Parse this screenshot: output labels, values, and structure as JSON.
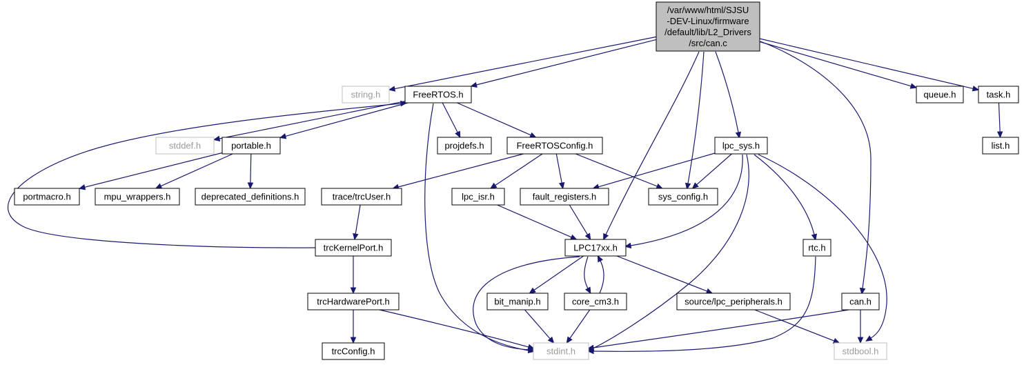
{
  "nodes": [
    {
      "id": "root",
      "lines": [
        "/var/www/html/SJSU",
        "-DEV-Linux/firmware",
        "/default/lib/L2_Drivers",
        "/src/can.c"
      ],
      "style": "root"
    },
    {
      "id": "string",
      "lines": [
        "string.h"
      ],
      "style": "gray"
    },
    {
      "id": "freertos",
      "lines": [
        "FreeRTOS.h"
      ],
      "style": "normal"
    },
    {
      "id": "queue",
      "lines": [
        "queue.h"
      ],
      "style": "normal"
    },
    {
      "id": "task",
      "lines": [
        "task.h"
      ],
      "style": "normal"
    },
    {
      "id": "list",
      "lines": [
        "list.h"
      ],
      "style": "normal"
    },
    {
      "id": "stddef",
      "lines": [
        "stddef.h"
      ],
      "style": "gray"
    },
    {
      "id": "portable",
      "lines": [
        "portable.h"
      ],
      "style": "normal"
    },
    {
      "id": "projdefs",
      "lines": [
        "projdefs.h"
      ],
      "style": "normal"
    },
    {
      "id": "frconfig",
      "lines": [
        "FreeRTOSConfig.h"
      ],
      "style": "normal"
    },
    {
      "id": "lpcsys",
      "lines": [
        "lpc_sys.h"
      ],
      "style": "normal"
    },
    {
      "id": "portmacro",
      "lines": [
        "portmacro.h"
      ],
      "style": "normal"
    },
    {
      "id": "mpuwrap",
      "lines": [
        "mpu_wrappers.h"
      ],
      "style": "normal"
    },
    {
      "id": "deprecated",
      "lines": [
        "deprecated_definitions.h"
      ],
      "style": "normal"
    },
    {
      "id": "trcuser",
      "lines": [
        "trace/trcUser.h"
      ],
      "style": "normal"
    },
    {
      "id": "lpcisr",
      "lines": [
        "lpc_isr.h"
      ],
      "style": "normal"
    },
    {
      "id": "faultreg",
      "lines": [
        "fault_registers.h"
      ],
      "style": "normal"
    },
    {
      "id": "sysconfig",
      "lines": [
        "sys_config.h"
      ],
      "style": "normal"
    },
    {
      "id": "trckernel",
      "lines": [
        "trcKernelPort.h"
      ],
      "style": "normal"
    },
    {
      "id": "lpc17xx",
      "lines": [
        "LPC17xx.h"
      ],
      "style": "normal"
    },
    {
      "id": "rtc",
      "lines": [
        "rtc.h"
      ],
      "style": "normal"
    },
    {
      "id": "trchw",
      "lines": [
        "trcHardwarePort.h"
      ],
      "style": "normal"
    },
    {
      "id": "bitmanip",
      "lines": [
        "bit_manip.h"
      ],
      "style": "normal"
    },
    {
      "id": "corecm3",
      "lines": [
        "core_cm3.h"
      ],
      "style": "normal"
    },
    {
      "id": "lpcperiph",
      "lines": [
        "source/lpc_peripherals.h"
      ],
      "style": "normal"
    },
    {
      "id": "canh",
      "lines": [
        "can.h"
      ],
      "style": "normal"
    },
    {
      "id": "trcconfig",
      "lines": [
        "trcConfig.h"
      ],
      "style": "normal"
    },
    {
      "id": "stdint",
      "lines": [
        "stdint.h"
      ],
      "style": "gray"
    },
    {
      "id": "stdbool",
      "lines": [
        "stdbool.h"
      ],
      "style": "gray"
    }
  ],
  "edges": [
    [
      "root",
      "string"
    ],
    [
      "root",
      "freertos"
    ],
    [
      "root",
      "queue"
    ],
    [
      "root",
      "task"
    ],
    [
      "root",
      "lpc17xx"
    ],
    [
      "root",
      "sysconfig"
    ],
    [
      "root",
      "lpcsys"
    ],
    [
      "root",
      "canh"
    ],
    [
      "freertos",
      "stddef"
    ],
    [
      "freertos",
      "portable"
    ],
    [
      "freertos",
      "projdefs"
    ],
    [
      "freertos",
      "frconfig"
    ],
    [
      "freertos",
      "stdint"
    ],
    [
      "task",
      "list"
    ],
    [
      "portable",
      "portmacro"
    ],
    [
      "portable",
      "mpuwrap"
    ],
    [
      "portable",
      "deprecated"
    ],
    [
      "frconfig",
      "trcuser"
    ],
    [
      "frconfig",
      "lpcisr"
    ],
    [
      "frconfig",
      "faultreg"
    ],
    [
      "frconfig",
      "sysconfig"
    ],
    [
      "lpcsys",
      "faultreg"
    ],
    [
      "lpcsys",
      "sysconfig"
    ],
    [
      "lpcsys",
      "lpc17xx"
    ],
    [
      "lpcsys",
      "rtc"
    ],
    [
      "lpcsys",
      "stdint"
    ],
    [
      "lpcsys",
      "stdbool"
    ],
    [
      "trcuser",
      "trckernel"
    ],
    [
      "trckernel",
      "freertos"
    ],
    [
      "trckernel",
      "trchw"
    ],
    [
      "trchw",
      "trcconfig"
    ],
    [
      "trchw",
      "stdint"
    ],
    [
      "lpcisr",
      "lpc17xx"
    ],
    [
      "faultreg",
      "lpc17xx"
    ],
    [
      "lpc17xx",
      "bitmanip"
    ],
    [
      "lpc17xx",
      "corecm3"
    ],
    [
      "lpc17xx",
      "lpcperiph"
    ],
    [
      "lpc17xx",
      "stdint"
    ],
    [
      "corecm3",
      "lpc17xx"
    ],
    [
      "corecm3",
      "stdint"
    ],
    [
      "bitmanip",
      "stdint"
    ],
    [
      "rtc",
      "stdint"
    ],
    [
      "lpcperiph",
      "stdbool"
    ],
    [
      "canh",
      "stdint"
    ],
    [
      "canh",
      "stdbool"
    ]
  ]
}
